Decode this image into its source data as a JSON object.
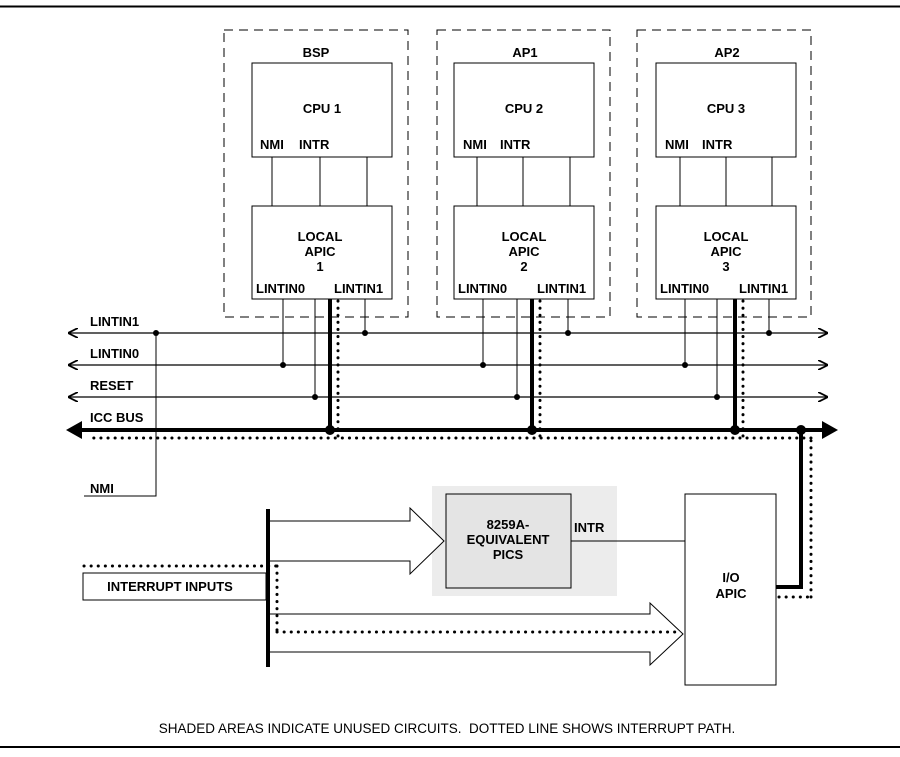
{
  "colors": {
    "line": "#000000",
    "shade_outer": "#ececec",
    "shade_inner": "#e4e4e4",
    "background": "#ffffff"
  },
  "processors": [
    {
      "group_label": "BSP",
      "cpu_label": "CPU 1",
      "nmi_label": "NMI",
      "intr_label": "INTR",
      "apic_line1": "LOCAL",
      "apic_line2": "APIC",
      "apic_line3": "1",
      "lintin0_label": "LINTIN0",
      "lintin1_label": "LINTIN1"
    },
    {
      "group_label": "AP1",
      "cpu_label": "CPU 2",
      "nmi_label": "NMI",
      "intr_label": "INTR",
      "apic_line1": "LOCAL",
      "apic_line2": "APIC",
      "apic_line3": "2",
      "lintin0_label": "LINTIN0",
      "lintin1_label": "LINTIN1"
    },
    {
      "group_label": "AP2",
      "cpu_label": "CPU 3",
      "nmi_label": "NMI",
      "intr_label": "INTR",
      "apic_line1": "LOCAL",
      "apic_line2": "APIC",
      "apic_line3": "3",
      "lintin0_label": "LINTIN0",
      "lintin1_label": "LINTIN1"
    }
  ],
  "bus_labels": {
    "lintin1": "LINTIN1",
    "lintin0": "LINTIN0",
    "reset": "RESET",
    "icc_bus": "ICC BUS",
    "nmi": "NMI"
  },
  "pic": {
    "line1": "8259A-",
    "line2": "EQUIVALENT",
    "line3": "PICS",
    "intr_label": "INTR"
  },
  "io_apic": {
    "line1": "I/O",
    "line2": "APIC"
  },
  "interrupt_inputs_label": "INTERRUPT INPUTS",
  "caption": "SHADED AREAS INDICATE UNUSED CIRCUITS.  DOTTED LINE SHOWS INTERRUPT PATH."
}
